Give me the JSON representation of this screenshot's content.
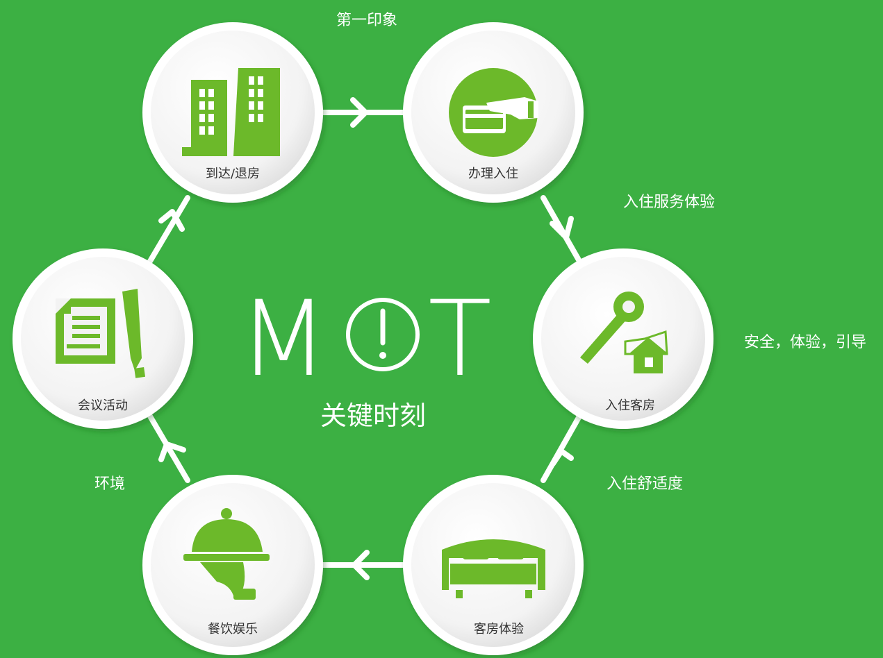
{
  "center": {
    "title_left": "M",
    "title_right": "T",
    "subtitle": "关键时刻",
    "exclaim_mark": "!"
  },
  "nodes": [
    {
      "id": "arrival",
      "label": "到达/退房",
      "icon": "buildings-icon"
    },
    {
      "id": "checkin",
      "label": "办理入住",
      "icon": "card-hand-icon"
    },
    {
      "id": "room-entry",
      "label": "入住客房",
      "icon": "key-house-icon"
    },
    {
      "id": "room-experience",
      "label": "客房体验",
      "icon": "bed-icon"
    },
    {
      "id": "dining",
      "label": "餐饮娱乐",
      "icon": "cloche-icon"
    },
    {
      "id": "meeting",
      "label": "会议活动",
      "icon": "document-pen-icon"
    }
  ],
  "edge_labels": {
    "first_impression": "第一印象",
    "checkin_service": "入住服务体验",
    "safety": "安全，体验，引导",
    "comfort": "入住舒适度",
    "environment": "环境"
  },
  "colors": {
    "background": "#3cb043",
    "icon_green": "#6cb92a",
    "connector": "#ffffff"
  }
}
